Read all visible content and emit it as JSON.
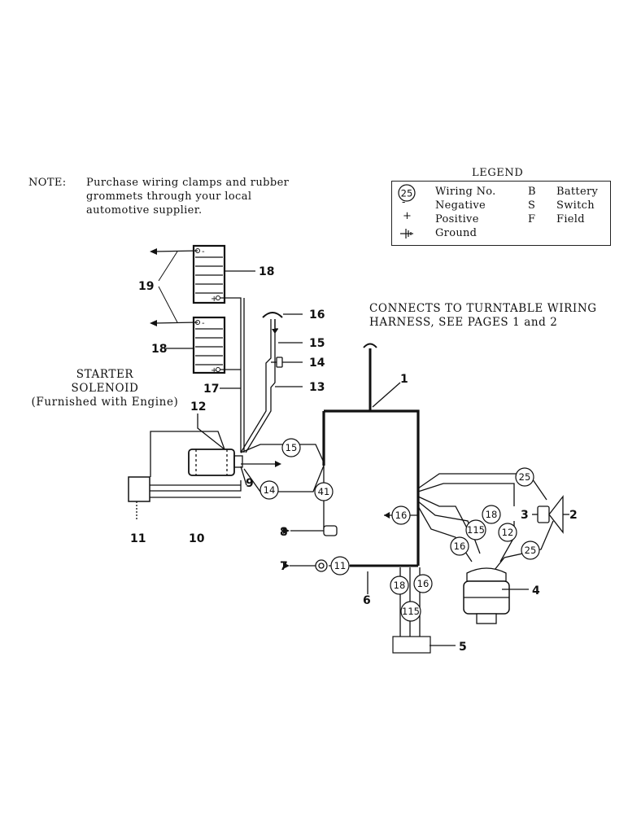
{
  "note": {
    "label": "NOTE:",
    "line1": "Purchase wiring clamps and rubber",
    "line2": "grommets through your local",
    "line3": "automotive supplier."
  },
  "legend": {
    "title": "LEGEND",
    "circle_example": "25",
    "rows": [
      {
        "symbol": "",
        "desc": "Wiring No.",
        "code": "B",
        "meaning": "Battery"
      },
      {
        "symbol": "-",
        "desc": "Negative",
        "code": "S",
        "meaning": "Switch"
      },
      {
        "symbol": "+",
        "desc": "Positive",
        "code": "F",
        "meaning": "Field"
      },
      {
        "symbol": "",
        "desc": "Ground",
        "code": "",
        "meaning": ""
      }
    ]
  },
  "connects": {
    "line1": "CONNECTS TO TURNTABLE WIRING",
    "line2": "HARNESS, SEE PAGES 1 and 2"
  },
  "starter": {
    "line1": "STARTER",
    "line2": "SOLENOID",
    "line3": "(Furnished with Engine)"
  },
  "callouts": [
    "19",
    "18",
    "18",
    "16",
    "15",
    "14",
    "17",
    "13",
    "12",
    "1",
    "9",
    "11",
    "10",
    "8",
    "7",
    "6",
    "3",
    "2",
    "4",
    "5"
  ],
  "wire_numbers": [
    "15",
    "14",
    "41",
    "16",
    "11",
    "18",
    "16",
    "115",
    "18",
    "115",
    "16",
    "12",
    "25",
    "25"
  ],
  "battery_signs": {
    "neg": "-",
    "pos": "+"
  },
  "colors": {
    "ink": "#111111",
    "paper": "#ffffff"
  }
}
